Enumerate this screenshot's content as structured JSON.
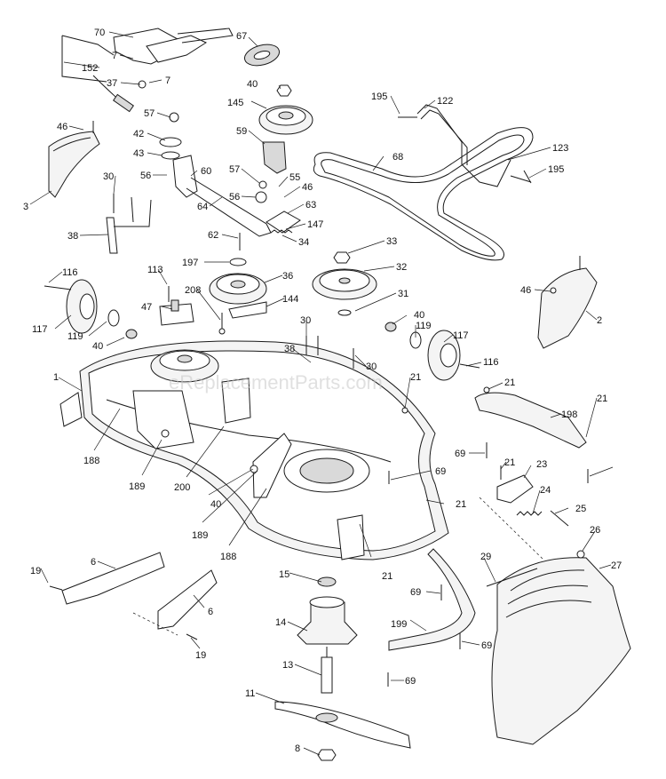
{
  "watermark": "eReplacementParts.com",
  "callouts": [
    "70",
    "67",
    "7",
    "152",
    "7",
    "37",
    "57",
    "42",
    "43",
    "56",
    "60",
    "46",
    "3",
    "30",
    "64",
    "38",
    "40",
    "145",
    "59",
    "57",
    "56",
    "55",
    "46",
    "63",
    "147",
    "34",
    "62",
    "197",
    "36",
    "144",
    "195",
    "122",
    "68",
    "123",
    "195",
    "33",
    "32",
    "31",
    "116",
    "113",
    "47",
    "208",
    "117",
    "119",
    "40",
    "30",
    "38",
    "30",
    "40",
    "119",
    "117",
    "116",
    "46",
    "2",
    "1",
    "21",
    "21",
    "198",
    "21",
    "188",
    "69",
    "21",
    "23",
    "189",
    "200",
    "69",
    "24",
    "40",
    "25",
    "21",
    "189",
    "188",
    "21",
    "26",
    "27",
    "19",
    "6",
    "15",
    "29",
    "6",
    "69",
    "14",
    "199",
    "19",
    "69",
    "13",
    "69",
    "11",
    "8"
  ]
}
